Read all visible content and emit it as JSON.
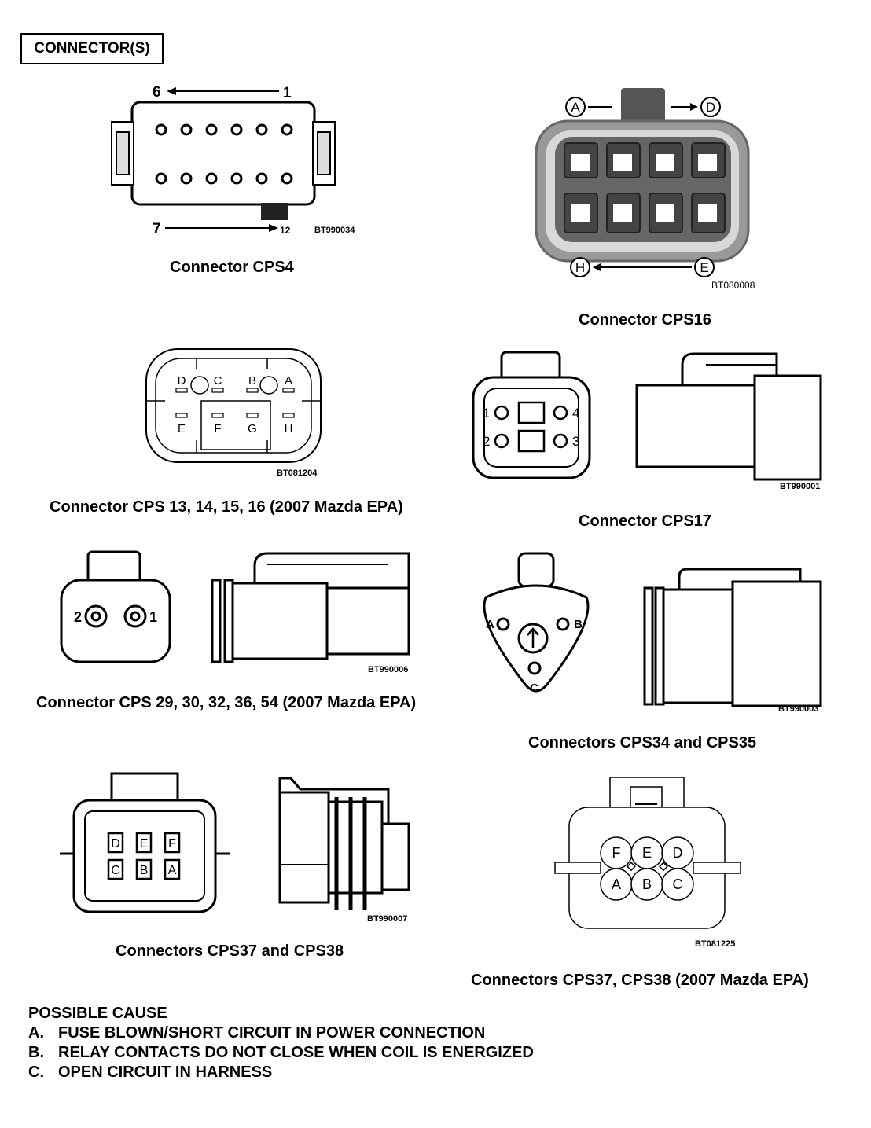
{
  "header": {
    "title": "CONNECTOR(S)"
  },
  "connectors": [
    {
      "caption": "Connector CPS4",
      "code": "BT990034",
      "pins": {
        "top_left": "6",
        "top_right": "1",
        "bottom_left": "7",
        "bottom_right": "12"
      }
    },
    {
      "caption": "Connector CPS16",
      "code": "BT080008",
      "pins": {
        "a": "A",
        "d": "D",
        "h": "H",
        "e": "E"
      }
    },
    {
      "caption": "Connector CPS 13, 14, 15, 16 (2007 Mazda EPA)",
      "code": "BT081204",
      "pins": [
        "D",
        "C",
        "B",
        "A",
        "E",
        "F",
        "G",
        "H"
      ]
    },
    {
      "caption": "Connector CPS17",
      "code": "BT990001",
      "pins": [
        "1",
        "4",
        "2",
        "3"
      ]
    },
    {
      "caption": "Connector CPS 29, 30, 32, 36, 54 (2007 Mazda EPA)",
      "code": "BT990006",
      "pins": [
        "2",
        "1"
      ]
    },
    {
      "caption": "Connectors CPS34 and CPS35",
      "code": "BT990003",
      "pins": [
        "A",
        "B",
        "C"
      ]
    },
    {
      "caption": "Connectors CPS37 and CPS38",
      "code": "BT990007",
      "pins": [
        "D",
        "E",
        "F",
        "C",
        "B",
        "A"
      ]
    },
    {
      "caption": "Connectors CPS37, CPS38 (2007 Mazda EPA)",
      "code": "BT081225",
      "pins": [
        "F",
        "E",
        "D",
        "A",
        "B",
        "C"
      ]
    }
  ],
  "possible_cause": {
    "title": "POSSIBLE CAUSE",
    "items": [
      {
        "letter": "A.",
        "text": "FUSE BLOWN/SHORT CIRCUIT IN POWER CONNECTION"
      },
      {
        "letter": "B.",
        "text": "RELAY CONTACTS DO NOT CLOSE WHEN COIL IS ENERGIZED"
      },
      {
        "letter": "C.",
        "text": "OPEN CIRCUIT IN HARNESS"
      }
    ]
  }
}
